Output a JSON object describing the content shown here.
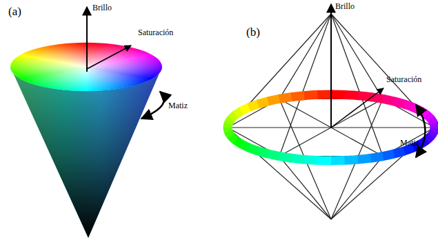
{
  "diagram": {
    "labels": [
      "(a)",
      "Brillo",
      "Saturación",
      "Matiz",
      "(b)",
      "Brillo",
      "Saturación",
      "Matiz"
    ]
  }
}
